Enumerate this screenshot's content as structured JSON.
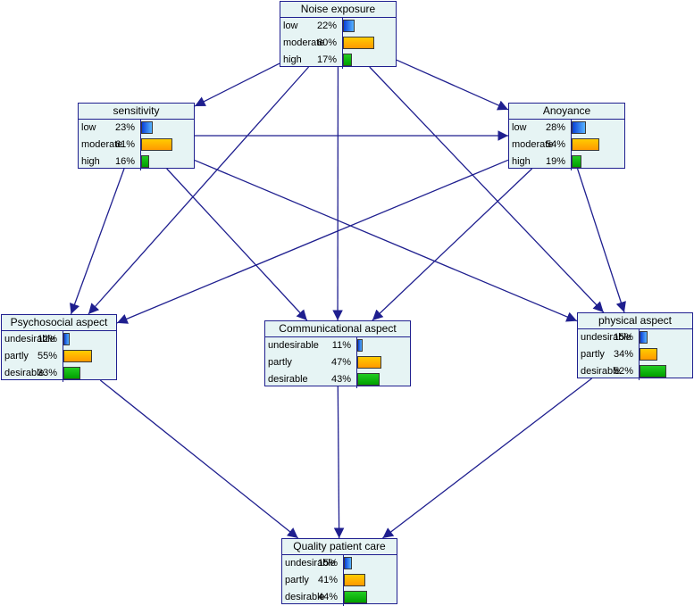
{
  "nodes": [
    {
      "id": "noise",
      "title": "Noise exposure",
      "states": [
        {
          "label": "low",
          "pct": "22%",
          "v": 22
        },
        {
          "label": "moderate",
          "pct": "60%",
          "v": 60
        },
        {
          "label": "high",
          "pct": "17%",
          "v": 17
        }
      ]
    },
    {
      "id": "sens",
      "title": "sensitivity",
      "states": [
        {
          "label": "low",
          "pct": "23%",
          "v": 23
        },
        {
          "label": "moderate",
          "pct": "61%",
          "v": 61
        },
        {
          "label": "high",
          "pct": "16%",
          "v": 16
        }
      ]
    },
    {
      "id": "anoy",
      "title": "Anoyance",
      "states": [
        {
          "label": "low",
          "pct": "28%",
          "v": 28
        },
        {
          "label": "moderate",
          "pct": "54%",
          "v": 54
        },
        {
          "label": "high",
          "pct": "19%",
          "v": 19
        }
      ]
    },
    {
      "id": "psych",
      "title": "Psychosocial aspect",
      "states": [
        {
          "label": "undesirable",
          "pct": "12%",
          "v": 12
        },
        {
          "label": "partly",
          "pct": "55%",
          "v": 55
        },
        {
          "label": "desirable",
          "pct": "33%",
          "v": 33
        }
      ]
    },
    {
      "id": "comm",
      "title": "Communicational aspect",
      "states": [
        {
          "label": "undesirable",
          "pct": "11%",
          "v": 11
        },
        {
          "label": "partly",
          "pct": "47%",
          "v": 47
        },
        {
          "label": "desirable",
          "pct": "43%",
          "v": 43
        }
      ]
    },
    {
      "id": "phys",
      "title": "physical aspect",
      "states": [
        {
          "label": "undesirable",
          "pct": "15%",
          "v": 15
        },
        {
          "label": "partly",
          "pct": "34%",
          "v": 34
        },
        {
          "label": "desirable",
          "pct": "52%",
          "v": 52
        }
      ]
    },
    {
      "id": "qpc",
      "title": "Quality patient care",
      "states": [
        {
          "label": "undesirable",
          "pct": "15%",
          "v": 15
        },
        {
          "label": "partly",
          "pct": "41%",
          "v": 41
        },
        {
          "label": "desirable",
          "pct": "44%",
          "v": 44
        }
      ]
    }
  ],
  "edges": [
    [
      "noise",
      "sens"
    ],
    [
      "noise",
      "anoy"
    ],
    [
      "noise",
      "psych"
    ],
    [
      "noise",
      "comm"
    ],
    [
      "noise",
      "phys"
    ],
    [
      "sens",
      "anoy"
    ],
    [
      "sens",
      "psych"
    ],
    [
      "sens",
      "comm"
    ],
    [
      "sens",
      "phys"
    ],
    [
      "anoy",
      "psych"
    ],
    [
      "anoy",
      "comm"
    ],
    [
      "anoy",
      "phys"
    ],
    [
      "psych",
      "qpc"
    ],
    [
      "comm",
      "qpc"
    ],
    [
      "phys",
      "qpc"
    ]
  ],
  "colors": {
    "edge": "#1f1f8f",
    "node_bg": "#e6f4f4",
    "bar_low": "#2a6ff2",
    "bar_mid": "#ffb300",
    "bar_high": "#11b811"
  }
}
